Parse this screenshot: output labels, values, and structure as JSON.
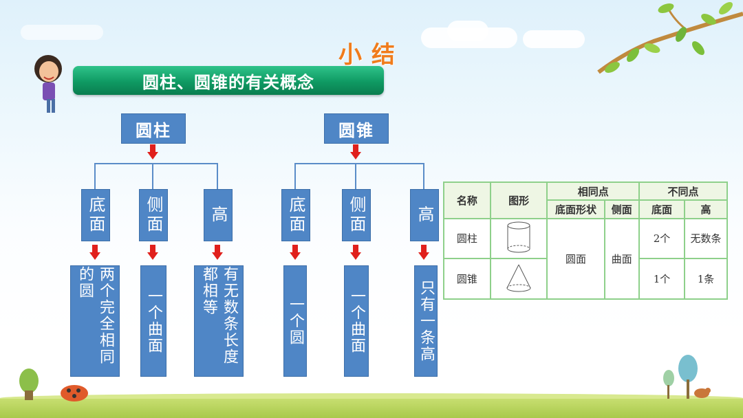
{
  "title": "小结",
  "banner": "圆柱、圆锥的有关概念",
  "cylinder": {
    "head": "圆柱",
    "parts": [
      "底面",
      "侧面",
      "高"
    ],
    "details": [
      "两个完全相同的圆",
      "一个曲面",
      "有无数条长度都相等"
    ]
  },
  "cone": {
    "head": "圆锥",
    "parts": [
      "底面",
      "侧面",
      "高"
    ],
    "details": [
      "一个圆",
      "一个曲面",
      "只有一条高"
    ]
  },
  "table": {
    "col_name": "名称",
    "col_shape": "图形",
    "col_same": "相同点",
    "col_diff": "不同点",
    "sub_base_shape": "底面形状",
    "sub_side": "侧面",
    "sub_base": "底面",
    "sub_height": "高",
    "row1_name": "圆柱",
    "row2_name": "圆锥",
    "same_base_shape": "圆面",
    "same_side": "曲面",
    "row1_base": "2个",
    "row1_height": "无数条",
    "row2_base": "1个",
    "row2_height": "1条"
  },
  "colors": {
    "box": "#4f86c6",
    "arrow": "#e0201c",
    "banner": "#0f9a63",
    "title": "#f07c1c"
  }
}
